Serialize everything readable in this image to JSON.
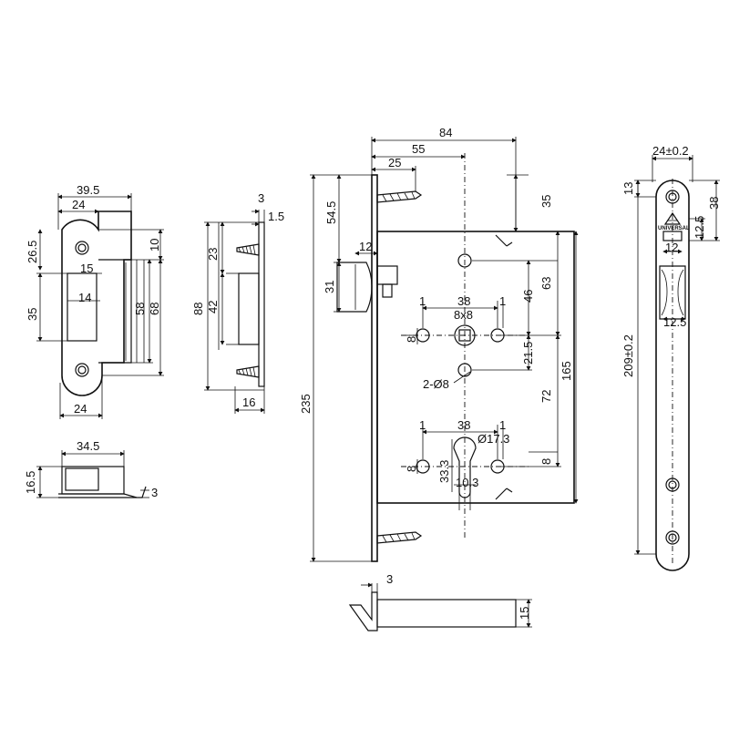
{
  "strike_plate": {
    "width_top": "39.5",
    "width_inner": "24",
    "width_bottom": "24",
    "left_26_5": "26.5",
    "top_10": "10",
    "dim_15": "15",
    "dim_14": "14",
    "left_35": "35",
    "right_58": "58",
    "right_68": "68"
  },
  "strike_side": {
    "thick_3": "3",
    "thick_1_5": "1.5",
    "dim_23": "23",
    "dim_88": "88",
    "dim_42": "42",
    "bottom_16": "16"
  },
  "strike_bottom": {
    "width": "34.5",
    "height": "16.5",
    "thick": "3"
  },
  "lock_body": {
    "width_84": "84",
    "dim_55": "55",
    "dim_25": "25",
    "top_54_5": "54.5",
    "right_35": "35",
    "latch_12": "12",
    "latch_31": "31",
    "spindle_38": "38",
    "dim_1": "1",
    "spindle_8x8": "8x8",
    "dim_46": "46",
    "dim_63": "63",
    "dim_8": "8",
    "dim_21_5": "21.5",
    "dim_165": "165",
    "holes": "2-Ø8",
    "dim_72": "72",
    "cyl_38": "38",
    "cyl_dia": "Ø17.3",
    "cyl_33_3": "33.3",
    "cyl_10_3": "10.3",
    "right_8": "8",
    "total_235": "235"
  },
  "lock_bottom": {
    "thick_3": "3",
    "height_15": "15"
  },
  "faceplate": {
    "width": "24±0.2",
    "top_13": "13",
    "dim_38": "38",
    "dim_12_5_top": "12.5",
    "dim_12": "12",
    "dim_12_5_mid": "12.5",
    "height": "209±0.2",
    "brand_mark": "UNIVERSAL"
  }
}
